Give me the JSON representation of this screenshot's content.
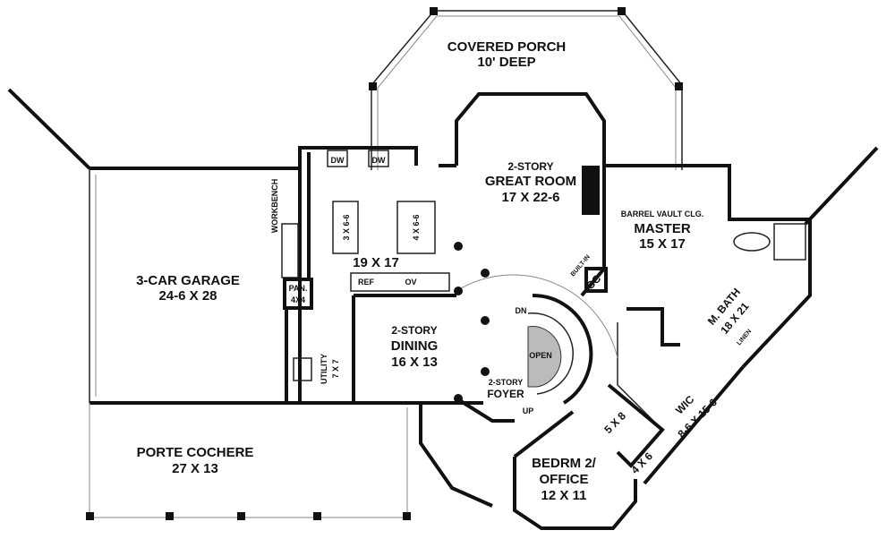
{
  "rooms": {
    "porch": {
      "line1": "COVERED PORCH",
      "line2": "10' DEEP"
    },
    "great_room": {
      "line1": "2-STORY",
      "line2": "GREAT ROOM",
      "line3": "17 X 22-6"
    },
    "master": {
      "line1": "BARREL VAULT CLG.",
      "line2": "MASTER",
      "line3": "15 X 17"
    },
    "kitchen": {
      "size": "19 X 17",
      "island1": "3 X 6-6",
      "island2": "4 X 6-6",
      "dw1": "DW",
      "dw2": "DW",
      "ref": "REF",
      "ov": "OV"
    },
    "garage": {
      "line1": "3-CAR GARAGE",
      "line2": "24-6 X 28",
      "workbench": "WORKBENCH"
    },
    "pantry": {
      "line1": "PAN.",
      "line2": "4X4"
    },
    "utility": {
      "line1": "UTILITY",
      "line2": "7 X 7"
    },
    "dining": {
      "line1": "2-STORY",
      "line2": "DINING",
      "line3": "16 X 13"
    },
    "foyer": {
      "line1": "2-STORY",
      "line2": "FOYER"
    },
    "stairs": {
      "dn": "DN",
      "up": "UP",
      "open": "OPEN"
    },
    "porte_cochere": {
      "line1": "PORTE COCHERE",
      "line2": "27 X 13"
    },
    "bedroom2": {
      "line1": "BEDRM 2/",
      "line2": "OFFICE",
      "line3": "12 X 11"
    },
    "bath2": {
      "size": "5 X 8"
    },
    "closet2": {
      "size": "4 X 6"
    },
    "wic": {
      "line1": "WIC",
      "line2": "8-6 X 15-6"
    },
    "master_bath": {
      "line1": "M. BATH",
      "line2": "18 X 21",
      "linen": "LINEN"
    },
    "built_in": {
      "label": "BUILT-IN",
      "cc": "CC"
    }
  }
}
